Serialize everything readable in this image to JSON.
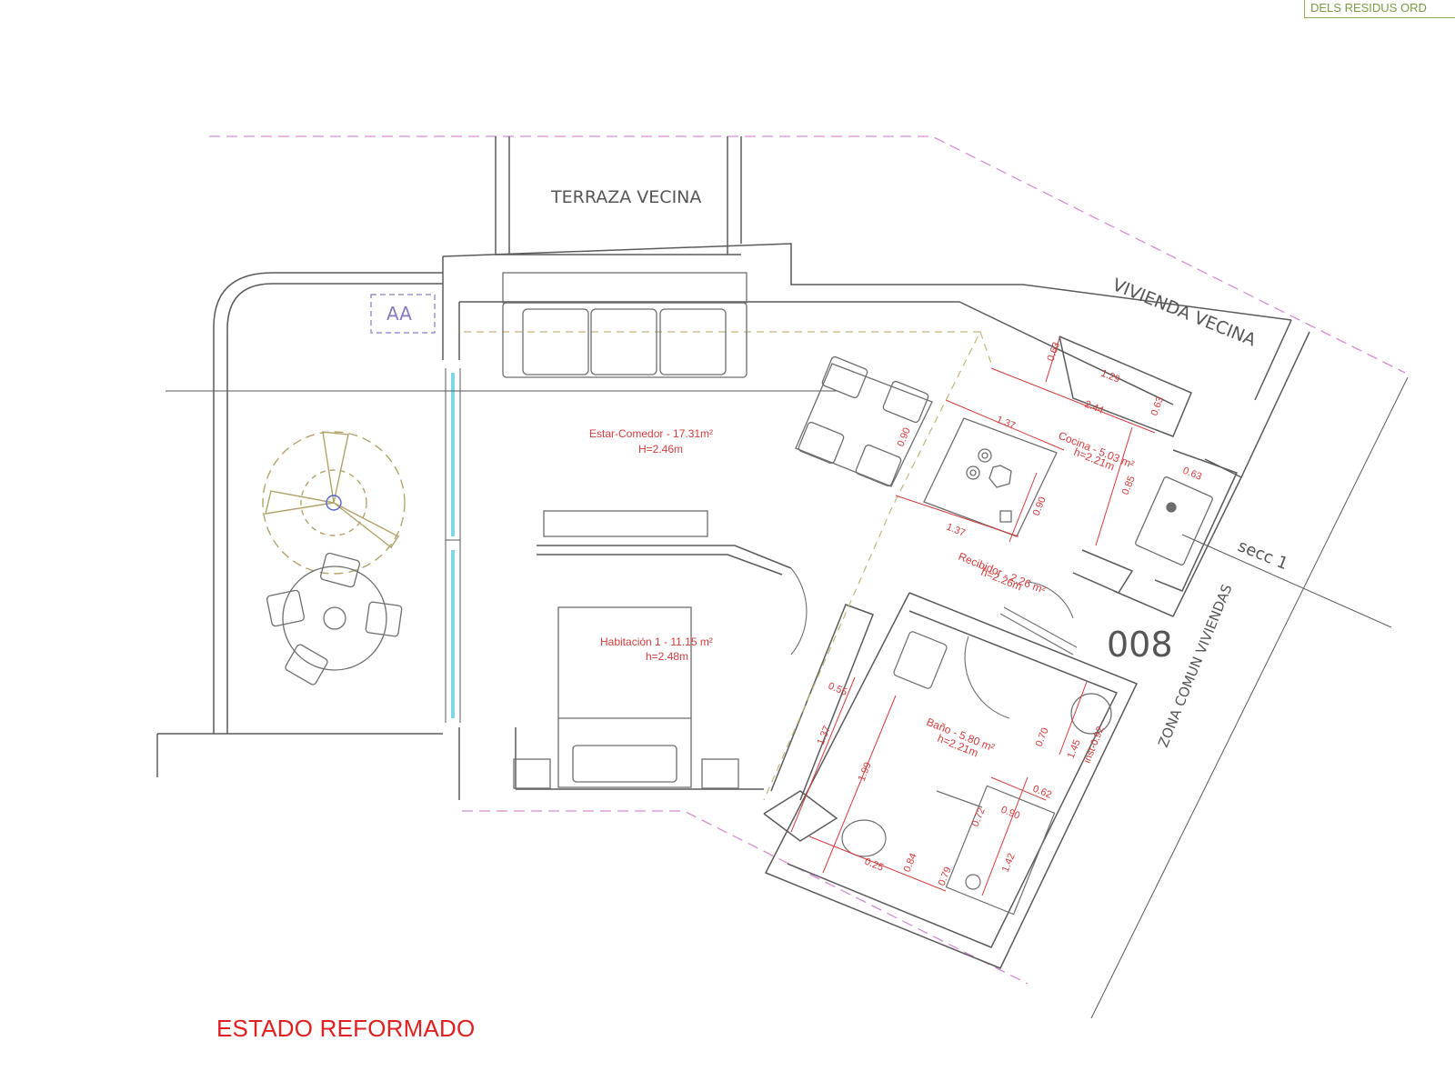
{
  "stamp_text": "DELS RESIDUS ORD",
  "plan_title": "ESTADO REFORMADO",
  "labels": {
    "terraza": "TERRAZA VECINA",
    "vivienda": "VIVIENDA VECINA",
    "aa": "AA",
    "unit_number": "008",
    "zona_comun": "ZONA COMUN VIVIENDAS",
    "seccion": "secc 1"
  },
  "rooms": {
    "estar": {
      "name": "Estar-Comedor - 17.31m²",
      "height": "H=2.46m"
    },
    "habitacion": {
      "name": "Habitación 1 - 11.15 m²",
      "height": "h=2.48m"
    },
    "cocina": {
      "name": "Cocina - 5.03 m²",
      "height": "h=2.21m"
    },
    "recibidor": {
      "name": "Recibidor - 2.26 m²",
      "height": "h=2.26m"
    },
    "bano": {
      "name": "Baño - 5.80 m²",
      "height": "h=2.21m"
    }
  },
  "dimensions": {
    "d063a": "0.63",
    "d129": "1.29",
    "d244": "2.44",
    "d063b": "0.63",
    "d137a": "1.37",
    "d090a": "0.90",
    "d137b": "1.37",
    "d090b": "0.90",
    "d085": "0.85",
    "d063c": "0.63",
    "d055": "0.55",
    "d137c": "1.37",
    "d199": "1.99",
    "d070": "0.70",
    "d145": "1.45",
    "d090c": "0.90",
    "d072": "0.72",
    "d079": "0.79",
    "d142": "1.42",
    "d084": "0.84",
    "d025": "0.25",
    "d062": "0.62",
    "dinst": "inst-0.92"
  },
  "colors": {
    "wall": "#5a5a5a",
    "boundary": "#d88ad8",
    "dimension": "#d23c3c",
    "furniture": "#6e6e6e",
    "window": "#7fd6e6",
    "tree": "#b3a36a"
  }
}
